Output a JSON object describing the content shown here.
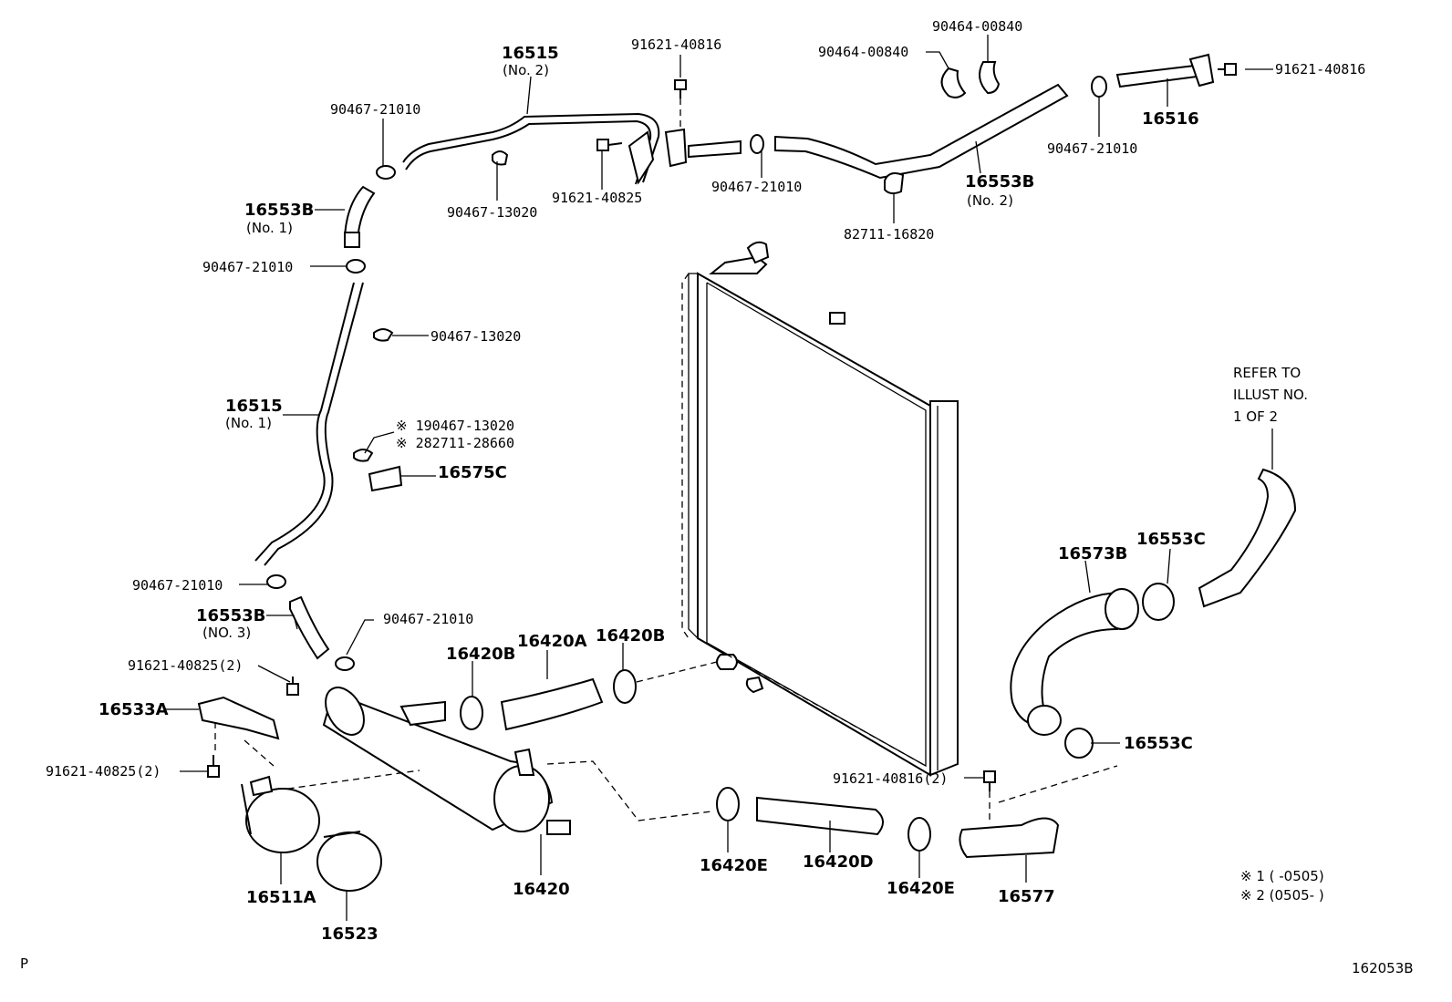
{
  "labels": {
    "p16515_top": "16515",
    "p16515_top_sub": "(No. 2)",
    "p91621_40816_top": "91621-40816",
    "p90464_a": "90464-00840",
    "p90464_b": "90464-00840",
    "p91621_40816_right": "91621-40816",
    "p16516": "16516",
    "p90467_21010_tl": "90467-21010",
    "p16553b_no1": "16553B",
    "p16553b_no1_sub": "(No. 1)",
    "p90467_13020_top": "90467-13020",
    "p91621_40825_top": "91621-40825",
    "p90467_21010_mid": "90467-21010",
    "p16553b_no2": "16553B",
    "p16553b_no2_sub": "(No. 2)",
    "p90467_21010_right": "90467-21010",
    "p82711": "82711-16820",
    "p90467_21010_left": "90467-21010",
    "p90467_13020_left": "90467-13020",
    "p16515_no1": "16515",
    "p16515_no1_sub": "(No. 1)",
    "p_note1": "※ 190467-13020",
    "p_note2": "※ 282711-28660",
    "p16575c": "16575C",
    "refer_1": "REFER TO",
    "refer_2": "ILLUST NO.",
    "refer_3": "1 OF 2",
    "p16573b": "16573B",
    "p16553c_top": "16553C",
    "p90467_21010_low": "90467-21010",
    "p16553b_no3": "16553B",
    "p16553b_no3_sub": "(NO. 3)",
    "p90467_21010_low2": "90467-21010",
    "p91621_40825_2a": "91621-40825(2)",
    "p16420b_l": "16420B",
    "p16420a": "16420A",
    "p16420b_r": "16420B",
    "p16533a": "16533A",
    "p91621_40825_2b": "91621-40825(2)",
    "p16553c_bot": "16553C",
    "p91621_40816_2": "91621-40816(2)",
    "p16511a": "16511A",
    "p16420": "16420",
    "p16420e_l": "16420E",
    "p16420d": "16420D",
    "p16420e_r": "16420E",
    "p16577": "16577",
    "p16523": "16523",
    "legend1": "※ 1  (      -0505)",
    "legend2": "※ 2  (0505-      )",
    "corner_p": "P",
    "figure_id": "162053B"
  }
}
